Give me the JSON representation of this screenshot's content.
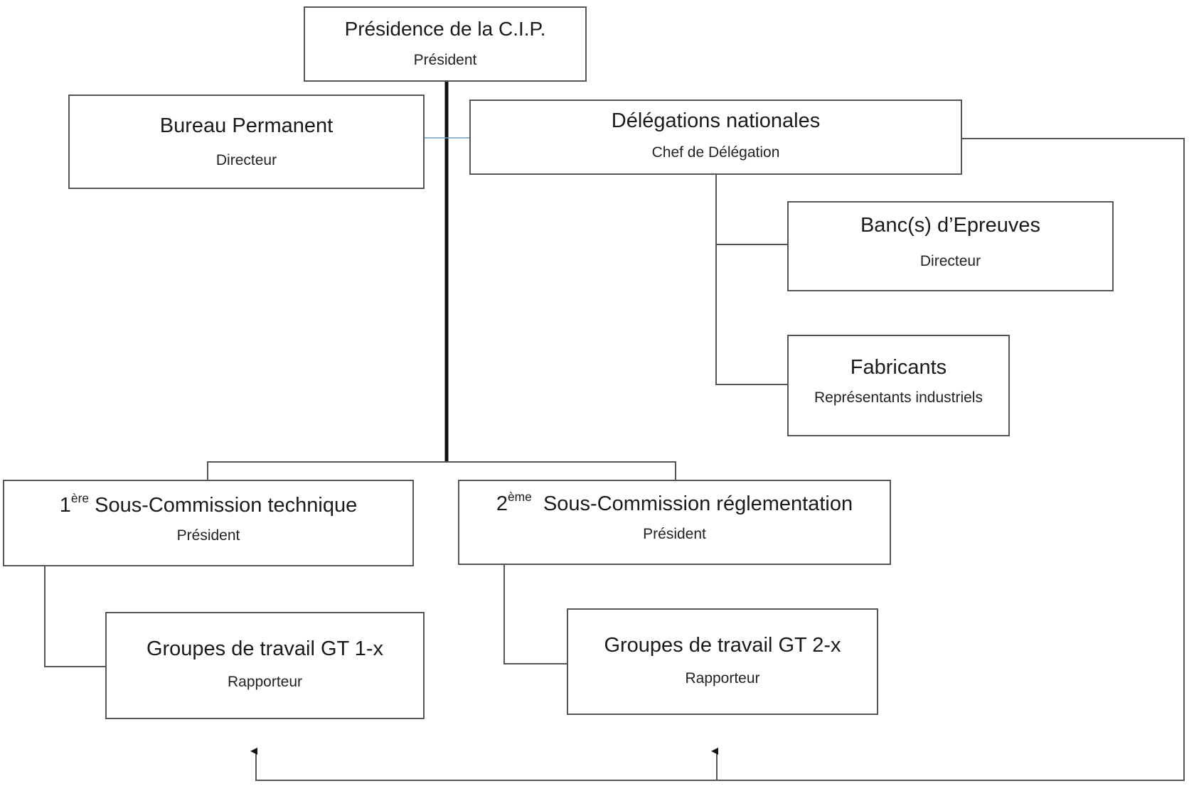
{
  "nodes": {
    "presidence": {
      "title": "Présidence de la C.I.P.",
      "sub": "Président"
    },
    "bureau": {
      "title": "Bureau Permanent",
      "sub": "Directeur"
    },
    "delegations": {
      "title": "Délégations nationales",
      "sub": "Chef de Délégation"
    },
    "banc": {
      "title": "Banc(s) d’Epreuves",
      "sub": "Directeur"
    },
    "fabricants": {
      "title": "Fabricants",
      "sub": "Représentants industriels"
    },
    "sc1": {
      "ordinal": "1",
      "ordinal_sup": "ère",
      "title": " Sous-Commission technique",
      "sub": "Président"
    },
    "sc2": {
      "ordinal": "2",
      "ordinal_sup": "ème",
      "title": "  Sous-Commission réglementation",
      "sub": "Président"
    },
    "gt1": {
      "title": "Groupes de travail GT 1-x",
      "sub": "Rapporteur"
    },
    "gt2": {
      "title": "Groupes de travail GT 2-x",
      "sub": "Rapporteur"
    }
  },
  "colors": {
    "border": "#555555",
    "connector": "#555555",
    "trunk": "#111111",
    "accent_link": "#6aa0c8"
  }
}
